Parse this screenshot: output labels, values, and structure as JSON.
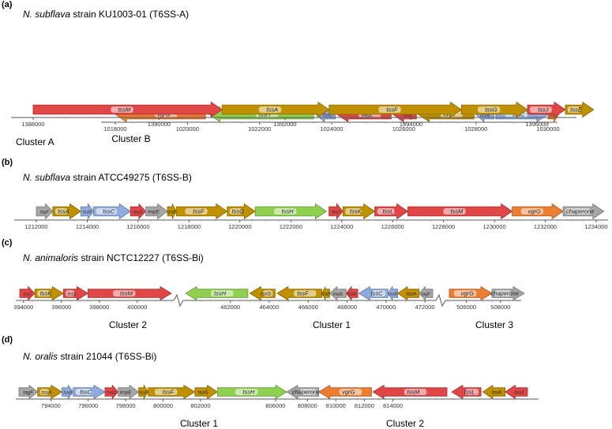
{
  "colors": {
    "red": "#e04646",
    "green": "#8fd14f",
    "olive": "#bf9000",
    "blue": "#8faadc",
    "orange": "#ed7d31",
    "grey": "#a6a6a6",
    "axis": "#595959"
  },
  "panels": [
    {
      "letter": "(a)",
      "species": "N. subflava",
      "rest": " strain KU1003-01 (T6SS-A)",
      "tracks": [
        {
          "genes": [
            {
              "name": "vgrG",
              "start": 1018000,
              "end": 1020500,
              "dir": -1,
              "color": "orange"
            },
            {
              "name": "tssH",
              "start": 1020600,
              "end": 1023500,
              "dir": -1,
              "color": "green"
            },
            {
              "name": "tssD",
              "start": 1023550,
              "end": 1024100,
              "dir": -1,
              "color": "blue"
            },
            {
              "name": "tagL",
              "start": 1024150,
              "end": 1025650,
              "dir": -1,
              "color": "red"
            },
            {
              "name": "tssL",
              "start": 1025700,
              "end": 1026350,
              "dir": -1,
              "color": "red"
            },
            {
              "name": "tssK",
              "start": 1026400,
              "end": 1027950,
              "dir": -1,
              "color": "olive"
            },
            {
              "name": "tssB",
              "start": 1028000,
              "end": 1028500,
              "dir": -1,
              "color": "blue"
            },
            {
              "name": "tssC",
              "start": 1028550,
              "end": 1030000,
              "dir": 1,
              "color": "blue"
            },
            {
              "name": "tssE",
              "start": 1030000,
              "end": 1030300,
              "dir": 1,
              "color": "orange"
            }
          ],
          "ticks": [
            {
              "v": 1018000,
              "label": "1018000"
            },
            {
              "v": 1020000,
              "label": "1020000"
            },
            {
              "v": 1022000,
              "label": "1022000"
            },
            {
              "v": 1024000,
              "label": "1024000"
            },
            {
              "v": 1026000,
              "label": "1026000"
            },
            {
              "v": 1028000,
              "label": "1028000"
            },
            {
              "v": 1030000,
              "label": "1030000"
            }
          ],
          "clusters": [
            "Cluster B"
          ]
        },
        {
          "genes": [
            {
              "name": "tssM",
              "start": 1388000,
              "end": 1391000,
              "dir": 1,
              "color": "red"
            },
            {
              "name": "tssA",
              "start": 1391000,
              "end": 1392700,
              "dir": 1,
              "color": "olive"
            },
            {
              "name": "tssF",
              "start": 1392700,
              "end": 1394800,
              "dir": 1,
              "color": "olive"
            },
            {
              "name": "tssG",
              "start": 1394800,
              "end": 1395850,
              "dir": 1,
              "color": "olive"
            },
            {
              "name": "tssJ",
              "start": 1395850,
              "end": 1396450,
              "dir": 1,
              "color": "red"
            },
            {
              "name": "tssE",
              "start": 1396450,
              "end": 1396900,
              "dir": 1,
              "color": "olive"
            }
          ],
          "ticks": [
            {
              "v": 1388000,
              "label": "1388000"
            },
            {
              "v": 1390000,
              "label": "1390000"
            },
            {
              "v": 1392000,
              "label": "1392000"
            },
            {
              "v": 1394000,
              "label": "1394000"
            },
            {
              "v": 1396000,
              "label": "1396000"
            }
          ],
          "clusters": [
            "Cluster A"
          ]
        }
      ]
    },
    {
      "letter": "(b)",
      "species": "N. subflava",
      "rest": " strain ATCC49275 (T6SS-B)",
      "tracks": [
        {
          "genes": [
            {
              "name": "tagF",
              "start": 1212000,
              "end": 1212650,
              "dir": 1,
              "color": "grey"
            },
            {
              "name": "tssA",
              "start": 1212650,
              "end": 1213750,
              "dir": 1,
              "color": "olive"
            },
            {
              "name": "tssB",
              "start": 1213750,
              "end": 1214250,
              "dir": 1,
              "color": "blue"
            },
            {
              "name": "tssC",
              "start": 1214250,
              "end": 1215700,
              "dir": 1,
              "color": "blue"
            },
            {
              "name": "tssD",
              "start": 1215700,
              "end": 1216300,
              "dir": 1,
              "color": "red"
            },
            {
              "name": "impE",
              "start": 1216300,
              "end": 1217150,
              "dir": 1,
              "color": "grey"
            },
            {
              "name": "tssE",
              "start": 1217150,
              "end": 1217500,
              "dir": 1,
              "color": "olive"
            },
            {
              "name": "tssF",
              "start": 1217500,
              "end": 1219500,
              "dir": 1,
              "color": "olive"
            },
            {
              "name": "tssG",
              "start": 1219500,
              "end": 1220600,
              "dir": 1,
              "color": "olive"
            },
            {
              "name": "tssH",
              "start": 1220600,
              "end": 1223400,
              "dir": 1,
              "color": "green"
            },
            {
              "name": "tssJ",
              "start": 1223500,
              "end": 1224050,
              "dir": 1,
              "color": "red"
            },
            {
              "name": "tssK",
              "start": 1224050,
              "end": 1225300,
              "dir": 1,
              "color": "olive"
            },
            {
              "name": "tssL",
              "start": 1225300,
              "end": 1226600,
              "dir": 1,
              "color": "red"
            },
            {
              "name": "tssM",
              "start": 1226600,
              "end": 1230700,
              "dir": 1,
              "color": "red"
            },
            {
              "name": "vgrG",
              "start": 1230700,
              "end": 1232700,
              "dir": 1,
              "color": "orange"
            },
            {
              "name": "chaperone",
              "start": 1232700,
              "end": 1234300,
              "dir": 1,
              "color": "grey"
            }
          ],
          "ticks": [
            {
              "v": 1212000,
              "label": "1212000"
            },
            {
              "v": 1214000,
              "label": "1214000"
            },
            {
              "v": 1216000,
              "label": "1216000"
            },
            {
              "v": 1218000,
              "label": "1218000"
            },
            {
              "v": 1220000,
              "label": "1220000"
            },
            {
              "v": 1222000,
              "label": "1222000"
            },
            {
              "v": 1224000,
              "label": "1224000"
            },
            {
              "v": 1226000,
              "label": "1226000"
            },
            {
              "v": 1228000,
              "label": "1228000"
            },
            {
              "v": 1230000,
              "label": "1230000"
            },
            {
              "v": 1232000,
              "label": "1232000"
            },
            {
              "v": 1234000,
              "label": "1234000"
            }
          ],
          "clusters": []
        }
      ]
    },
    {
      "letter": "(c)",
      "species": "N. animaloris",
      "rest": " strain NCTC12227 (T6SS-Bi)",
      "tracks": [
        {
          "genes": [
            {
              "name": "tssJ",
              "start": 393800,
              "end": 394600,
              "dir": 1,
              "color": "red"
            },
            {
              "name": "tssK",
              "start": 394600,
              "end": 396100,
              "dir": 1,
              "color": "olive"
            },
            {
              "name": "tssL",
              "start": 396100,
              "end": 397400,
              "dir": 1,
              "color": "red"
            },
            {
              "name": "tssM",
              "start": 397400,
              "end": 401800,
              "dir": 1,
              "color": "red"
            },
            {
              "name": "tssH",
              "start": 459700,
              "end": 462900,
              "dir": -1,
              "color": "green"
            },
            {
              "name": "tssG",
              "start": 463000,
              "end": 464300,
              "dir": -1,
              "color": "olive"
            },
            {
              "name": "tssF",
              "start": 464400,
              "end": 466700,
              "dir": -1,
              "color": "olive"
            },
            {
              "name": "tssE",
              "start": 466700,
              "end": 467100,
              "dir": -1,
              "color": "olive"
            },
            {
              "name": "impE",
              "start": 467100,
              "end": 467950,
              "dir": -1,
              "color": "grey"
            },
            {
              "name": "tssD",
              "start": 467950,
              "end": 468550,
              "dir": -1,
              "color": "red"
            },
            {
              "name": "tssC",
              "start": 468600,
              "end": 470100,
              "dir": -1,
              "color": "blue"
            },
            {
              "name": "tssB",
              "start": 470100,
              "end": 470600,
              "dir": -1,
              "color": "blue"
            },
            {
              "name": "tssA",
              "start": 470600,
              "end": 471700,
              "dir": -1,
              "color": "olive"
            },
            {
              "name": "tagF",
              "start": 471700,
              "end": 472400,
              "dir": -1,
              "color": "grey"
            },
            {
              "name": "vgrG",
              "start": 505000,
              "end": 507500,
              "dir": 1,
              "color": "orange"
            },
            {
              "name": "chaperone",
              "start": 507500,
              "end": 509400,
              "dir": 1,
              "color": "grey"
            }
          ],
          "ticks": [
            {
              "v": 394000,
              "label": "394000"
            },
            {
              "v": 396000,
              "label": "396000"
            },
            {
              "v": 398000,
              "label": "398000"
            },
            {
              "v": 400000,
              "label": "400000"
            },
            {
              "v": 462000,
              "label": "462000"
            },
            {
              "v": 464000,
              "label": "464000"
            },
            {
              "v": 466000,
              "label": "466000"
            },
            {
              "v": 468000,
              "label": "468000"
            },
            {
              "v": 470000,
              "label": "470000"
            },
            {
              "v": 472000,
              "label": "472000"
            },
            {
              "v": 506000,
              "label": "506000"
            },
            {
              "v": 508000,
              "label": "508000"
            }
          ],
          "clusters": [
            "Cluster 2",
            "Cluster 1",
            "Cluster 3"
          ]
        }
      ]
    },
    {
      "letter": "(d)",
      "species": "N. oralis",
      "rest": " strain 21044 (T6SS-Bi)",
      "tracks": [
        {
          "genes": [
            {
              "name": "tagF",
              "start": 792300,
              "end": 793300,
              "dir": 1,
              "color": "grey"
            },
            {
              "name": "tssA",
              "start": 793300,
              "end": 794600,
              "dir": 1,
              "color": "olive"
            },
            {
              "name": "tssB",
              "start": 794600,
              "end": 795200,
              "dir": 1,
              "color": "blue"
            },
            {
              "name": "tssC",
              "start": 795200,
              "end": 796900,
              "dir": 1,
              "color": "blue"
            },
            {
              "name": "tssD",
              "start": 796900,
              "end": 797600,
              "dir": 1,
              "color": "red"
            },
            {
              "name": "impE",
              "start": 797600,
              "end": 798700,
              "dir": 1,
              "color": "grey"
            },
            {
              "name": "tssE",
              "start": 798700,
              "end": 799200,
              "dir": 1,
              "color": "olive"
            },
            {
              "name": "tssF",
              "start": 799200,
              "end": 801700,
              "dir": 1,
              "color": "olive"
            },
            {
              "name": "tssG",
              "start": 801700,
              "end": 802900,
              "dir": 1,
              "color": "olive"
            },
            {
              "name": "tssH",
              "start": 802900,
              "end": 806600,
              "dir": 1,
              "color": "green"
            },
            {
              "name": "chaperone",
              "start": 806600,
              "end": 808800,
              "dir": -1,
              "color": "grey"
            },
            {
              "name": "vgrG",
              "start": 808800,
              "end": 812500,
              "dir": -1,
              "color": "orange"
            },
            {
              "name": "tssM",
              "start": 812600,
              "end": 817800,
              "dir": -1,
              "color": "red"
            },
            {
              "name": "tssL",
              "start": 818900,
              "end": 820600,
              "dir": -1,
              "color": "red"
            },
            {
              "name": "tssK",
              "start": 820700,
              "end": 822000,
              "dir": -1,
              "color": "olive"
            },
            {
              "name": "tssJ",
              "start": 822000,
              "end": 823300,
              "dir": -1,
              "color": "red"
            }
          ],
          "ticks": [
            {
              "v": 794000,
              "label": "794000"
            },
            {
              "v": 796000,
              "label": "796000"
            },
            {
              "v": 798000,
              "label": "798000"
            },
            {
              "v": 800000,
              "label": "800000"
            },
            {
              "v": 802000,
              "label": "802000"
            },
            {
              "v": 806000,
              "label": "806000"
            },
            {
              "v": 808000,
              "label": "808000"
            },
            {
              "v": 810000,
              "label": "810000"
            },
            {
              "v": 812000,
              "label": "812000"
            },
            {
              "v": 814000,
              "label": "814000"
            }
          ],
          "clusters": [
            "Cluster 1",
            "Cluster 2"
          ]
        }
      ]
    }
  ]
}
